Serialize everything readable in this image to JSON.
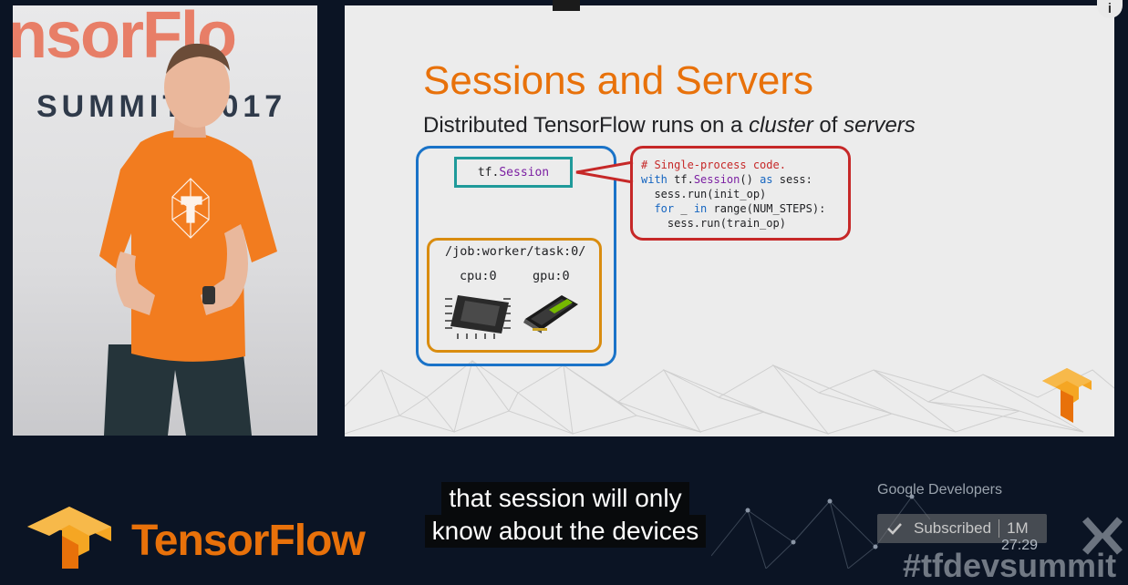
{
  "speaker_panel": {
    "backdrop_brand": "nsorFlo",
    "backdrop_event": "SUMMIT 2017"
  },
  "slide": {
    "title": "Sessions and Servers",
    "subtitle_part1": "Distributed TensorFlow runs on a ",
    "subtitle_em1": "cluster",
    "subtitle_part2": " of ",
    "subtitle_em2": "servers",
    "session_prefix": "tf.",
    "session_class": "Session",
    "code": {
      "line1": "# Single-process code.",
      "line2_kw1": "with",
      "line2_a": " tf.",
      "line2_cls": "Session",
      "line2_b": "() ",
      "line2_kw2": "as",
      "line2_c": " sess:",
      "line3": "  sess.run(init_op)",
      "line4_kw": "  for",
      "line4_a": " _ ",
      "line4_kw2": "in",
      "line4_b": " range(NUM_STEPS):",
      "line5": "    sess.run(train_op)"
    },
    "task_label": "/job:worker/task:0/",
    "cpu_label": "cpu:0",
    "gpu_label": "gpu:0"
  },
  "caption": {
    "line1": "that session will only",
    "line2": "know about the devices"
  },
  "footer": {
    "brand": "TensorFlow",
    "channel_name": "Google Developers",
    "subscribe_label": "Subscribed",
    "subscriber_count": "1M",
    "timestamp": "27:29",
    "hashtag": "#tfdevsummit"
  },
  "icons": {
    "info": "i"
  },
  "colors": {
    "tf_orange": "#e8710a",
    "server_blue": "#1a73c8",
    "session_teal": "#1f9a9a",
    "code_red": "#c62828",
    "task_gold": "#d98c0f"
  }
}
